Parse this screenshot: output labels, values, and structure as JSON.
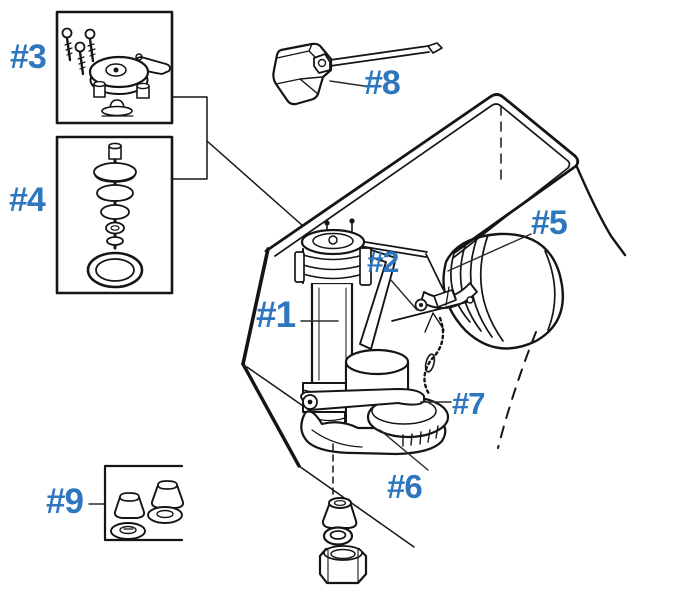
{
  "diagram": {
    "type": "exploded-parts-diagram",
    "subject": "toilet tank fill valve assembly",
    "colors": {
      "callout": "#2e76bd",
      "line_art": "#151515",
      "background": "#ffffff"
    },
    "callouts": [
      {
        "id": "1",
        "label": "#1",
        "part": "fill-valve-body"
      },
      {
        "id": "2",
        "label": "#2",
        "part": "valve-linkage"
      },
      {
        "id": "3",
        "label": "#3",
        "part": "cap-and-screws-kit"
      },
      {
        "id": "4",
        "label": "#4",
        "part": "seal-stack-kit"
      },
      {
        "id": "5",
        "label": "#5",
        "part": "float"
      },
      {
        "id": "6",
        "label": "#6",
        "part": "shank-washers-and-locknut"
      },
      {
        "id": "7",
        "label": "#7",
        "part": "flush-valve-seat"
      },
      {
        "id": "8",
        "label": "#8",
        "part": "tank-lever-handle"
      },
      {
        "id": "9",
        "label": "#9",
        "part": "cone-washer-kit"
      }
    ]
  }
}
